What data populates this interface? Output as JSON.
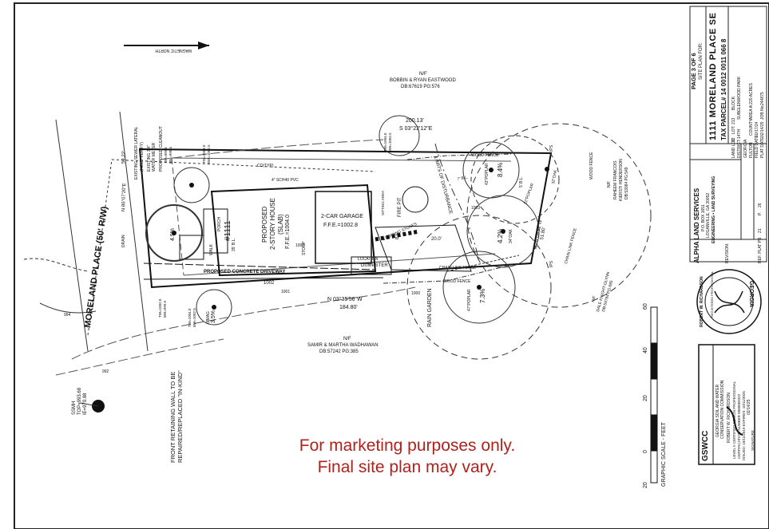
{
  "sheet": {
    "page_label": "PAGE 3 OF 6",
    "site_plan_for": "SITE PLAN FOR:",
    "address_title": "1111 MORELAND PLACE SE",
    "tax_parcel": "TAX PARCEL# 14 0012 0011 066 8"
  },
  "info_table": {
    "land_lot": "LAND LOT:",
    "land_lot_val": "12",
    "lot": "LOT: 213",
    "block": "BLOCK:",
    "district": "DISTRICT:",
    "district_val": "14TH",
    "sub": "SUB:",
    "sub_val": "GLENWOOD PARK",
    "state": "GEORGIA",
    "county": "FULTON",
    "county_label": "COUNTY",
    "area": "AREA =",
    "area_val": "0.220 ACRES",
    "field_date": "FIELD DATE:",
    "field_date_val": "10/17/24",
    "plat_date": "PLAT DATE:",
    "plat_date_val": "02/14/25",
    "job_no": "JOB No.",
    "job_no_val": "244875"
  },
  "company": {
    "name": "ALPHA LAND SERVICES",
    "po_box": "P.O. BOX 1651",
    "city": "LOGANVILLE, GA 30052",
    "services": "ENGINEERING • LAND SURVEYING",
    "revision": "REVISION:",
    "ref_plat": "REF. PLAT PB.",
    "ref_pb": "21",
    "ref_p": "P.",
    "ref_p_val": "26"
  },
  "seal": {
    "top": "GEORGIA",
    "bottom": "ROBERT W. RICHARDSON",
    "center": "REGISTERED PROFESSIONAL"
  },
  "gswcc": {
    "badge": "GSWCC",
    "line1": "GEORGIA SOIL AND WATER",
    "line2": "CONSERVATION COMMISSION",
    "name": "ROBERT W. RICHARDSON",
    "level": "LEVEL II CERTIFIED DESIGN PROFESSIONAL",
    "cert": "CERTIFICATION NUMBER 0000069322",
    "issued": "ISSUED: 10/11/2019  EXPIRES: 10/11/2025",
    "date": "02/14/25",
    "signature": "SIGNATURE"
  },
  "scale": {
    "label": "GRAPHIC SCALE - FEET",
    "ticks": [
      "20",
      "0",
      "20",
      "40",
      "60"
    ]
  },
  "plan_labels": {
    "magnetic_north": "MAGNETIC NORTH",
    "street": "MORELAND PLACE (50' R/W)",
    "nf_top": "N/F",
    "owner_top": "BOBBIN & RYAN EASTWOOD",
    "owner_top_db": "DB:67619 PG:576",
    "nf_bottom": "N/F",
    "owner_bottom": "SAMIR & MARTHA WADHAWAN",
    "owner_bottom_db": "DB:57242 PG:385",
    "nf_right": "N/F",
    "owner_right": "RAHEEM FRANCOIS",
    "owner_right2": "KIERSTI HENDERSON",
    "owner_right_db": "DB:53084 PG:549",
    "nf_right2": "N/F",
    "owner_right3": "DALE KNIGHT-GLYNN",
    "owner_right3_db": "DB:59784 PG:685",
    "bearing_top": "S 03°22'12\"E",
    "dist_top": "200.13'",
    "bearing_bottom": "N 03°35'56\"W",
    "dist_bottom": "184.80'",
    "bearing_right": "N 76°09'52\"W",
    "dist_right": "51.80'",
    "bearing_left": "N 86°07'20\"E",
    "dist_left": "50.22'",
    "lot_no": "#1111",
    "house": "PROPOSED",
    "house2": "2-STORY HOUSE",
    "house3": "(SLAB)",
    "house_ffe": "F.F.E.=1004.0",
    "garage": "2-CAR GARAGE",
    "garage_ffe": "F.F.E.=1002.8",
    "porch": "PORCH",
    "stoop": "STOOP",
    "walk": "WALK",
    "driveway": "PROPOSED CONCRETE DRIVEWAY",
    "driveway_elev": "1002",
    "dumpster": "DUMPSTER",
    "dumpster_pre": "LOCATION",
    "fire_pit": "FIRE PIT",
    "sitting": "SITTING AREA",
    "stones": "STEPPING STONES",
    "limits": "LIMITS OF DISTURBANCE",
    "rain_garden": "RAIN GARDEN",
    "wood_fence": "WOOD FENCE",
    "wood_fence2": "WOOD FENCE",
    "wood_fence3": "WOOD FENCE",
    "chain_fence": "CHAIN LINK FENCE",
    "chain_fence2": "CHAIN LINK FENCE",
    "sewer": "4\" SCH40 PVC",
    "sewer_lateral": "EXISTING SEWER LATERAL",
    "field_verify": "(FIELD VERIFY)",
    "water_meter": "EXISTING 3/4\"",
    "water_meter2": "WATER METER",
    "cleanout": "PROPOSED CLEANOUT",
    "drain": "DRAIN",
    "retaining": "FRONT RETAINING WALL TO BE",
    "retaining2": "REPAIRED/REPLACED \"IN-KIND\"",
    "ssmh": "SSMH",
    "ssmh_top": "TOP=993.68",
    "ssmh_ie": "IE=979.88",
    "ips1": "IPS",
    "ips2": "IPS",
    "bl1": "35' B.L.",
    "bl2": "5' B.L.",
    "bl3": "7' B.L.",
    "bl4": "B.L.",
    "tree1": "43\"POPLAR",
    "tree1v": "8.4%",
    "tree2": "22\"POPLAR",
    "tree3": "32\"OAK",
    "tree4": "34\"OAK",
    "tree4v": "4.2%",
    "tree5": "47\"POPLAR",
    "tree5v": "7.3%",
    "tree6": "6\"MAG",
    "tree6v": "3.5%",
    "tree7": "4.9%",
    "co": "CO(TYP)",
    "tw1": "TW=1004.0",
    "bw1": "BW=1002.5",
    "tw2": "TW=1004.0",
    "bw2": "BW=1002.5",
    "tw3": "TW=1004.0",
    "bw3": "BW=1002.0",
    "tw4": "TW=1002.0",
    "bw4": "BW=999.5",
    "tw5": "TW=999.5",
    "bw5": "BW=998.4",
    "contour_994": "994",
    "contour_992": "992",
    "contour_1000": "1000",
    "contour_1001": "1001",
    "contour_1002": "1002",
    "contour_1003": "1003",
    "dim_20": "20.0'"
  },
  "marketing": {
    "line1": "For marketing purposes only.",
    "line2": "Final site plan may vary."
  }
}
